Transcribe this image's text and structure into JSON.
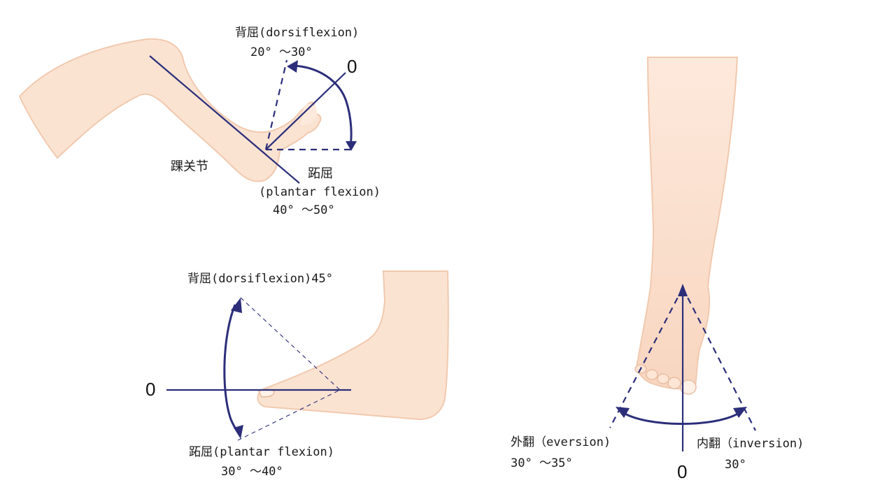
{
  "panel_top_left": {
    "dorsiflexion_label": "背屈(dorsiflexion)",
    "dorsiflexion_range": "20° ～30°",
    "zero_label": "0",
    "joint_label": "踝关节",
    "plantar_label_cn": "跖屈",
    "plantar_label_en": "(plantar flexion)",
    "plantar_range": "40° ～50°"
  },
  "panel_bottom_left": {
    "dorsiflexion_label": "背屈(dorsiflexion)45°",
    "zero_label": "0",
    "plantar_label": "跖屈(plantar flexion)",
    "plantar_range": "30° ～40°"
  },
  "panel_right": {
    "eversion_label": "外翻（eversion)",
    "eversion_range": "30° ～35°",
    "inversion_label": "内翻（inversion)",
    "inversion_range": "30°",
    "zero_label": "0"
  },
  "colors": {
    "skin": "#fbe3d2",
    "line": "#2c2e7a"
  }
}
